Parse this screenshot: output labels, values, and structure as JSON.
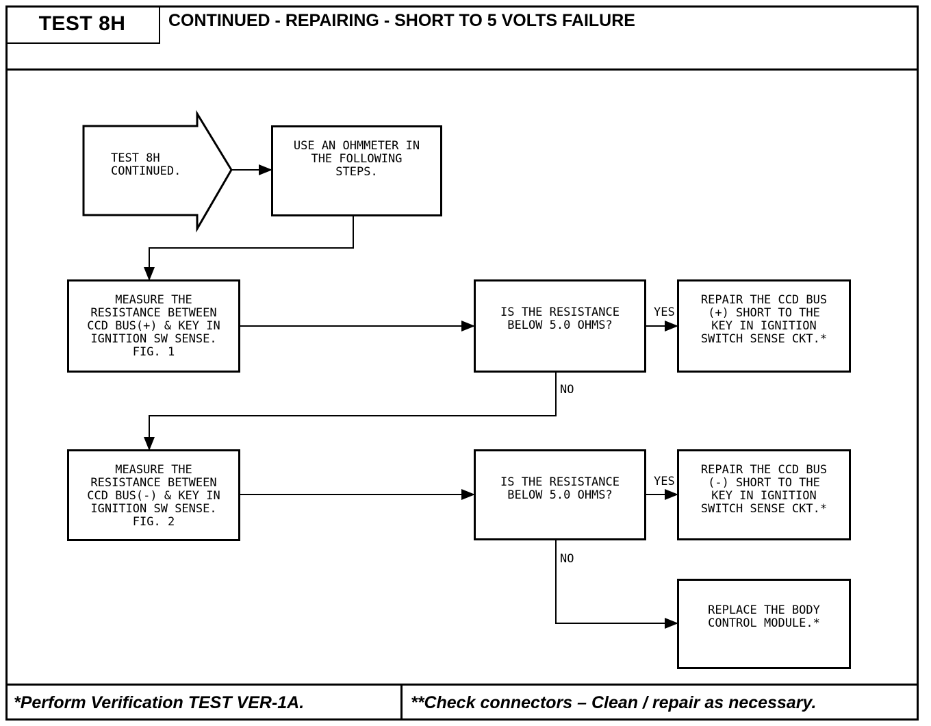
{
  "header": {
    "test_id": "TEST 8H",
    "title": "CONTINUED - REPAIRING - SHORT TO 5 VOLTS FAILURE"
  },
  "nodes": {
    "start": "TEST 8H\nCONTINUED.",
    "use_ohmmeter": "USE AN OHMMETER IN\nTHE FOLLOWING\nSTEPS.",
    "measure1": "MEASURE THE\nRESISTANCE BETWEEN\nCCD BUS(+) & KEY IN\nIGNITION SW SENSE.\nFIG. 1",
    "question1": "IS THE RESISTANCE\nBELOW 5.0 OHMS?",
    "repair1": "REPAIR THE CCD BUS\n(+) SHORT TO THE\nKEY IN IGNITION\nSWITCH SENSE CKT.*",
    "measure2": "MEASURE THE\nRESISTANCE BETWEEN\nCCD BUS(-) & KEY IN\nIGNITION SW SENSE.\nFIG. 2",
    "question2": "IS THE RESISTANCE\nBELOW 5.0 OHMS?",
    "repair2": "REPAIR THE CCD BUS\n(-) SHORT TO THE\nKEY IN IGNITION\nSWITCH SENSE CKT.*",
    "replace": "REPLACE THE BODY\nCONTROL MODULE.*"
  },
  "edge_labels": {
    "yes1": "YES",
    "no1": "NO",
    "yes2": "YES",
    "no2": "NO"
  },
  "footer": {
    "left": "*Perform Verification TEST VER-1A.",
    "right": "**Check connectors – Clean / repair as necessary."
  }
}
